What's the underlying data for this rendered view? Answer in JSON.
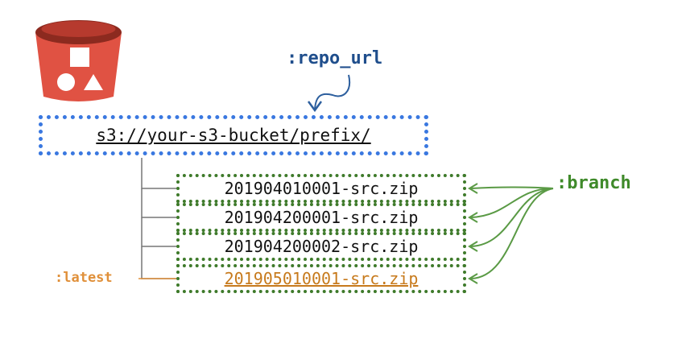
{
  "repo_url_label": ":repo_url",
  "branch_label": ":branch",
  "latest_label": ":latest",
  "s3_path": "s3://your-s3-bucket/prefix/",
  "files": [
    {
      "name": "201904010001-src.zip",
      "latest": false
    },
    {
      "name": "201904200001-src.zip",
      "latest": false
    },
    {
      "name": "201904200002-src.zip",
      "latest": false
    },
    {
      "name": "201905010001-src.zip",
      "latest": true
    }
  ],
  "icon": "s3-bucket-icon",
  "colors": {
    "bucket": "#e05243",
    "bucket_top": "#8c2a1f",
    "repo_url": "#1f4e8c",
    "s3_border": "#3a78e0",
    "branch": "#3f8a2a",
    "file_border": "#3e7a2a",
    "latest": "#e0903a"
  }
}
